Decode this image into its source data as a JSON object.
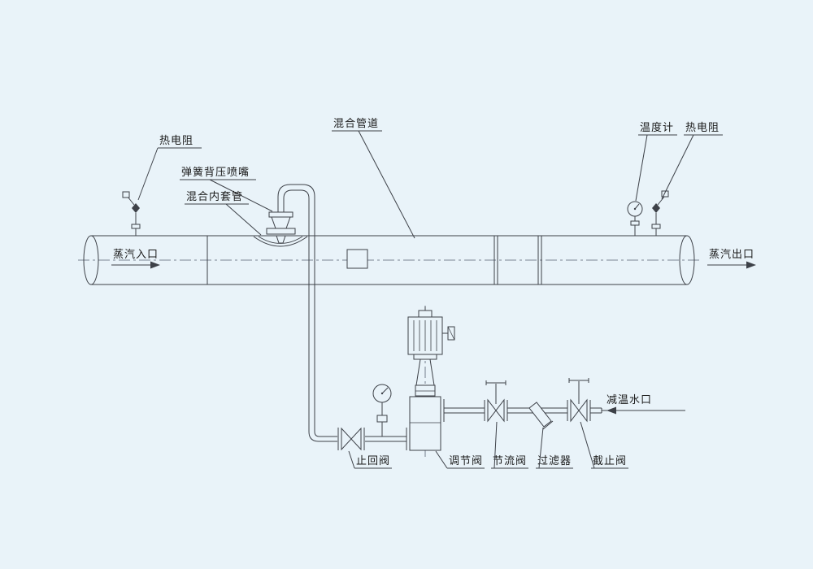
{
  "colors": {
    "background": "#e9f3f9",
    "line": "#3d4148",
    "text": "#1b1b1b"
  },
  "labels": {
    "rtd_left": "热电阻",
    "spring_nozzle": "弹簧背压喷嘴",
    "mixing_sleeve": "混合内套管",
    "mixing_pipe": "混合管道",
    "thermometer": "温度计",
    "rtd_right": "热电阻",
    "check_valve": "止回阀",
    "control_valve": "调节阀",
    "throttle_valve": "节流阀",
    "strainer": "过滤器",
    "stop_valve": "截止阀"
  },
  "flows": {
    "steam_inlet": "蒸汽入口",
    "steam_outlet": "蒸汽出口",
    "water_inlet": "减温水口"
  }
}
